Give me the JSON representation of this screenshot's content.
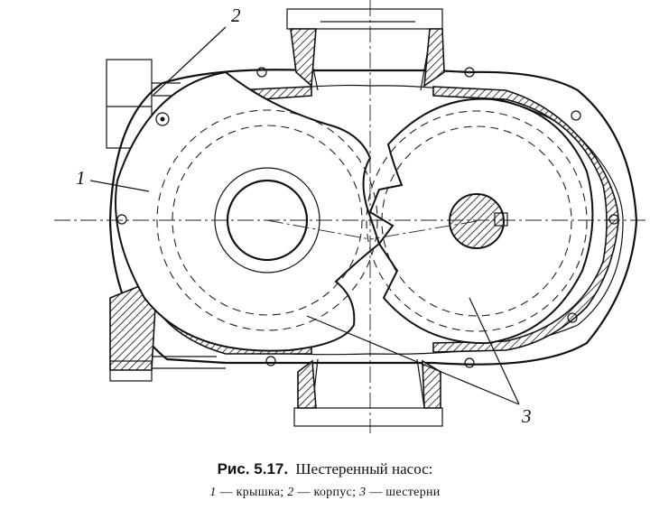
{
  "figure": {
    "callouts": [
      {
        "id": "cover",
        "label": "1"
      },
      {
        "id": "body",
        "label": "2"
      },
      {
        "id": "gears",
        "label": "3"
      }
    ]
  },
  "caption": {
    "prefix": "Рис. 5.17.",
    "title": "Шестеренный насос:",
    "legend": [
      {
        "num": "1",
        "text": "— крышка;"
      },
      {
        "num": "2",
        "text": "— корпус;"
      },
      {
        "num": "3",
        "text": "— шестерни"
      }
    ]
  }
}
